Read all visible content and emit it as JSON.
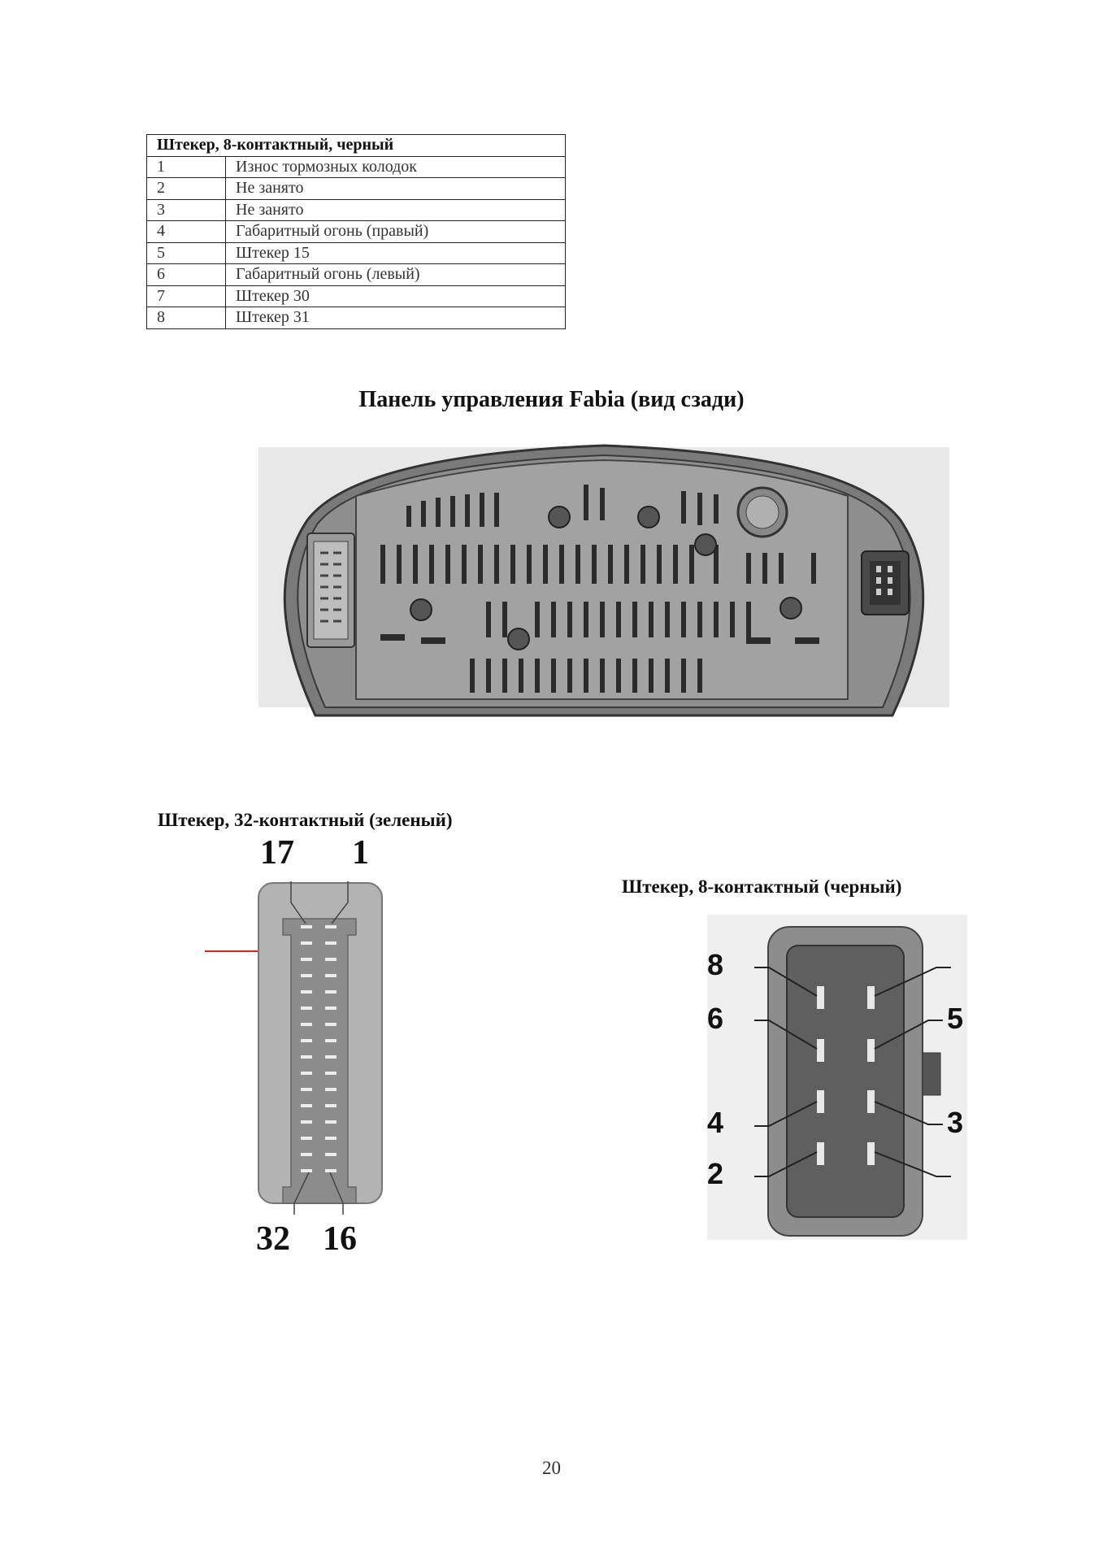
{
  "pin_table": {
    "header": "Штекер, 8-контактный, черный",
    "rows": [
      {
        "pin": "1",
        "desc": "Износ тормозных колодок"
      },
      {
        "pin": "2",
        "desc": "Не занято"
      },
      {
        "pin": "3",
        "desc": "Не занято"
      },
      {
        "pin": "4",
        "desc": "Габаритный огонь (правый)"
      },
      {
        "pin": "5",
        "desc": "Штекер 15"
      },
      {
        "pin": "6",
        "desc": "Габаритный огонь (левый)"
      },
      {
        "pin": "7",
        "desc": "Штекер 30"
      },
      {
        "pin": "8",
        "desc": "Штекер 31"
      }
    ]
  },
  "panel_title": "Панель управления Fabia (вид сзади)",
  "connector32": {
    "title": "Штекер, 32-контактный (зеленый)",
    "top_labels": [
      "17",
      "1"
    ],
    "bottom_labels": [
      "32",
      "16"
    ]
  },
  "connector8": {
    "title": "Штекер, 8-контактный (черный)",
    "left_labels": [
      "8",
      "6",
      "4",
      "2"
    ],
    "right_labels": [
      "5",
      "3"
    ]
  },
  "page_number": "20"
}
